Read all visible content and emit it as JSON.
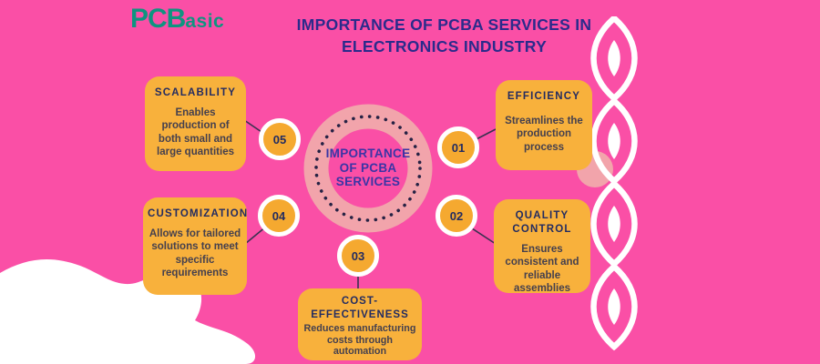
{
  "logo": {
    "main": "PCB",
    "rest": "asic"
  },
  "title": {
    "line1": "IMPORTANCE OF PCBA SERVICES IN",
    "line2": "ELECTRONICS INDUSTRY"
  },
  "center": {
    "line1": "IMPORTANCE",
    "line2": "OF PCBA",
    "line3": "SERVICES"
  },
  "items": [
    {
      "number": "01",
      "heading": "EFFICIENCY",
      "body": "Streamlines the production process"
    },
    {
      "number": "02",
      "heading": "QUALITY CONTROL",
      "body": "Ensures consistent and reliable assemblies"
    },
    {
      "number": "03",
      "heading": "COST-EFFECTIVENESS",
      "body": "Reduces manufacturing costs through automation"
    },
    {
      "number": "04",
      "heading": "CUSTOMIZATION",
      "body": "Allows for tailored solutions to meet specific requirements"
    },
    {
      "number": "05",
      "heading": "SCALABILITY",
      "body": "Enables production of both small and large quantities"
    }
  ],
  "colors": {
    "background_pink": "#FA4FA6",
    "card_orange": "#F8B13C",
    "circle_orange": "#F5A930",
    "heading_navy": "#232C61",
    "title_navy": "#2B2B8B",
    "center_text_blue": "#3B35A5",
    "body_gray": "#45404E",
    "logo_teal": "#0F9480",
    "ring_salmon": "#F2A4AB",
    "decor_white": "#FFFFFF"
  }
}
